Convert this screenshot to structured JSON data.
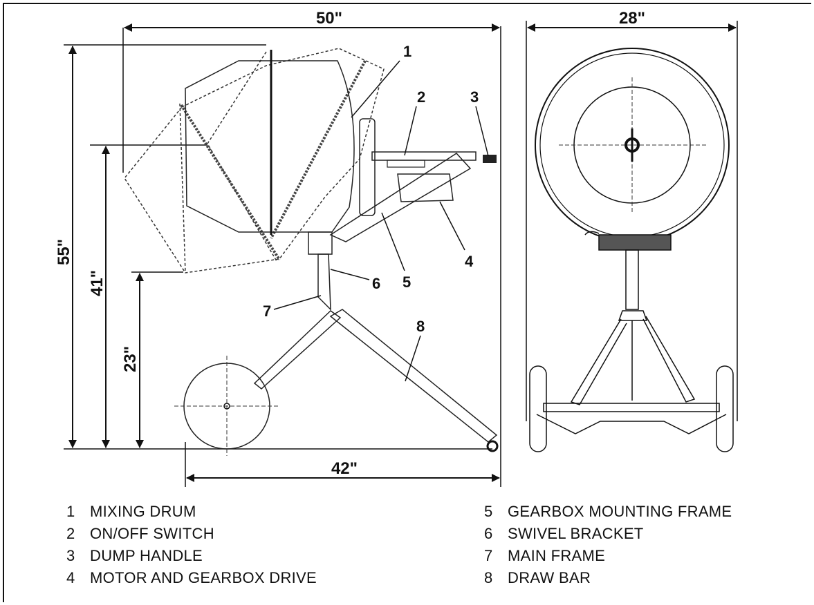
{
  "dimensions": {
    "overall_width": "50\"",
    "side_width": "28\"",
    "overall_height": "55\"",
    "drum_mouth_height": "41\"",
    "drum_bottom_height": "23\"",
    "wheelbase": "42\""
  },
  "callouts": [
    "1",
    "2",
    "3",
    "4",
    "5",
    "6",
    "7",
    "8"
  ],
  "legend": [
    {
      "num": "1",
      "label": "MIXING DRUM"
    },
    {
      "num": "2",
      "label": "ON/OFF SWITCH"
    },
    {
      "num": "3",
      "label": "DUMP HANDLE"
    },
    {
      "num": "4",
      "label": "MOTOR AND GEARBOX DRIVE"
    },
    {
      "num": "5",
      "label": "GEARBOX MOUNTING FRAME"
    },
    {
      "num": "6",
      "label": "SWIVEL BRACKET"
    },
    {
      "num": "7",
      "label": "MAIN FRAME"
    },
    {
      "num": "8",
      "label": "DRAW BAR"
    }
  ]
}
